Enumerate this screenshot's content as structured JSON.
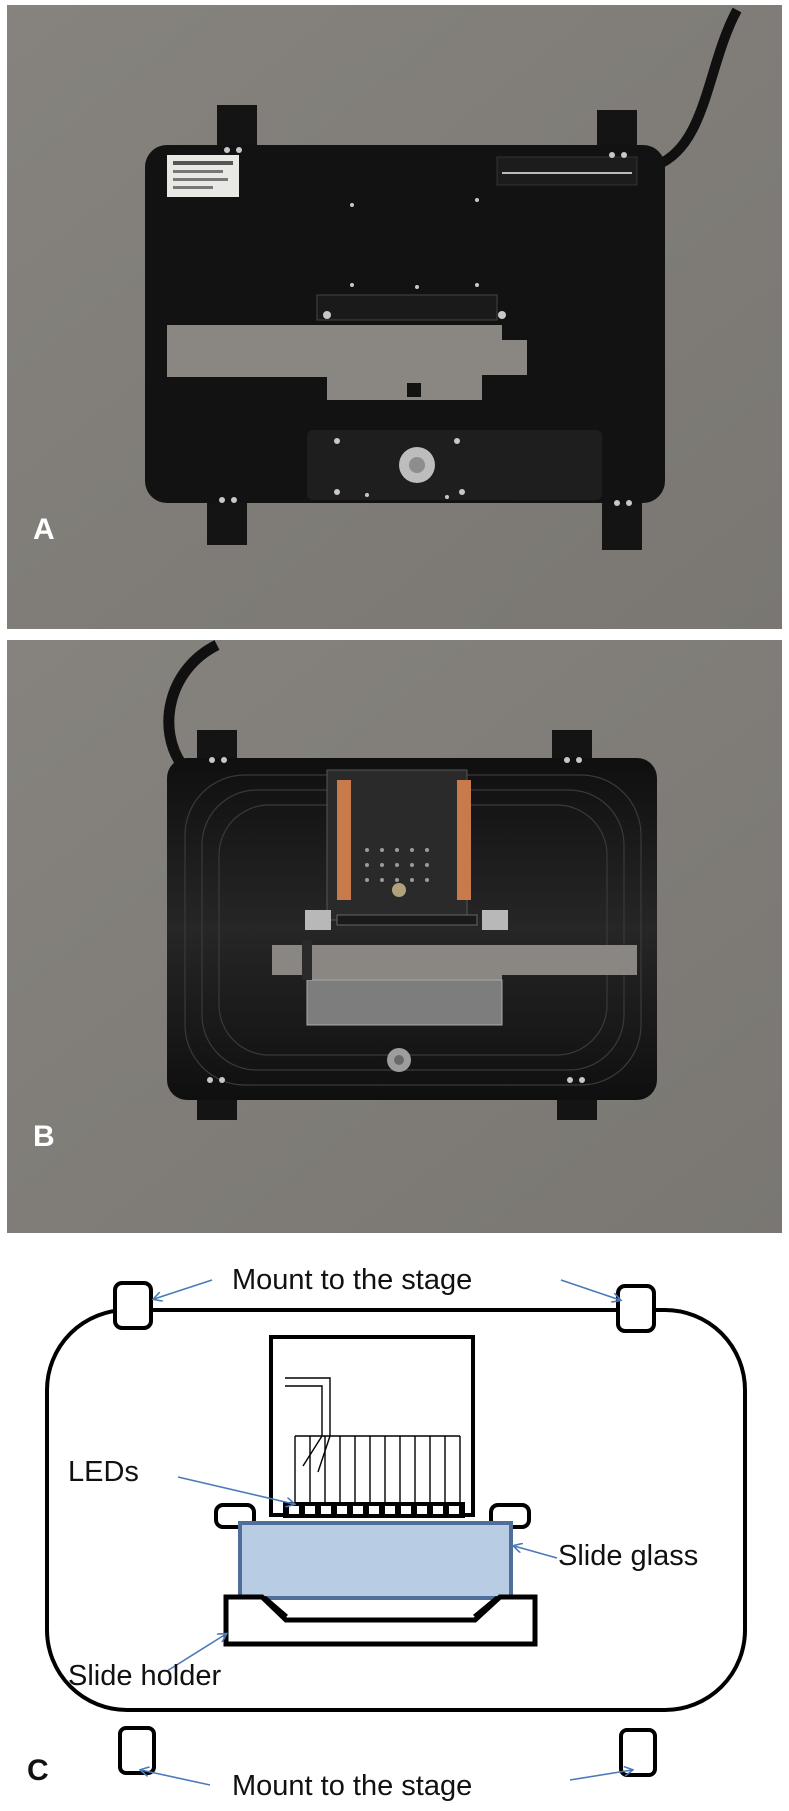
{
  "panels": {
    "a": {
      "letter": "A"
    },
    "b": {
      "letter": "B"
    },
    "c": {
      "letter": "C"
    }
  },
  "diagram": {
    "mount_top": "Mount to the stage",
    "mount_bottom": "Mount to the stage",
    "leds": "LEDs",
    "slide_glass": "Slide glass",
    "slide_holder": "Slide holder"
  },
  "colors": {
    "photo_background": "#807d78",
    "plate": "#121212",
    "slide_glass_fill": "#b8cce4",
    "slide_glass_stroke": "#4f6f9a",
    "arrow": "#4a7ab8"
  }
}
